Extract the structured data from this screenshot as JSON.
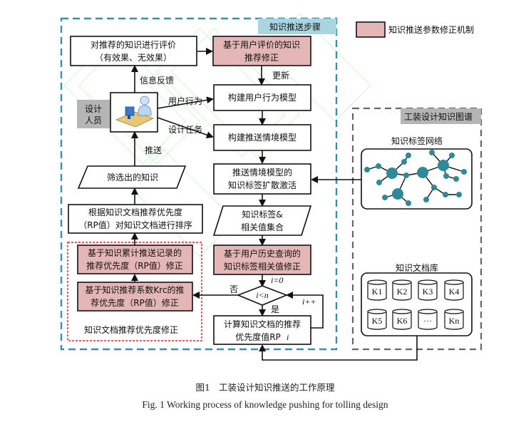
{
  "legend": {
    "label": "知识推送参数修正机制",
    "color": "#e4b7b6"
  },
  "push_steps_panel": {
    "title": "知识推送步骤",
    "title_bg": "#a9d5e0",
    "border_color": "#3a8ea8"
  },
  "kg_panel": {
    "title": "工装设计知识图谱",
    "title_bg": "#b5b5b5",
    "border_color": "#666666"
  },
  "rp_panel": {
    "title": "知识文档推荐优先度修正",
    "border_color": "#c00000"
  },
  "designer": {
    "label_line1": "设计",
    "label_line2": "人员",
    "icon": "designer-at-computer-icon"
  },
  "nodes": {
    "evaluate": {
      "line1": "对推荐的知识进行评价",
      "line2": "（有效果、无效果）"
    },
    "user_eval_fix": {
      "line1": "基于用户评价的知识",
      "line2": "推荐修正"
    },
    "user_model": {
      "line1": "构建用户行为模型"
    },
    "context_model": {
      "line1": "构建推送情境模型"
    },
    "spread": {
      "line1": "推送情境模型的",
      "line2": "知识标签扩散激活"
    },
    "tag_set": {
      "line1": "知识标签&",
      "line2": "相关值集合"
    },
    "history_fix": {
      "line1": "基于用户历史查询的",
      "line2": "知识标签相关值修正"
    },
    "decision": {
      "label": "i<n",
      "init": "i=0",
      "yes": "是",
      "no": "否",
      "loop": "i++"
    },
    "compute_rp": {
      "line1": "计算知识文档的推荐",
      "line2": "优先度值RP",
      "line2_sub": "i"
    },
    "krc_fix": {
      "line1": "基于知识推荐系数Krc的推",
      "line2": "荐优先度（RP值）修正"
    },
    "record_fix": {
      "line1": "基于知识累计推送记录的",
      "line2": "推荐优先度（RP值）修正"
    },
    "sort": {
      "line1": "根据知识文档推荐优先度",
      "line2": "（RP值）对知识文档进行排序"
    },
    "filtered": {
      "line1": "筛选出的知识"
    }
  },
  "edge_labels": {
    "feedback": "信息反馈",
    "update": "更新",
    "user_behavior": "用户行为",
    "design_task": "设计任务",
    "push": "推送"
  },
  "tag_network": {
    "title": "知识标签网络",
    "node_color": "#2e8a99"
  },
  "doc_library": {
    "title": "知识文档库",
    "docs": [
      "K1",
      "K2",
      "K3",
      "K4",
      "K5",
      "K6",
      "···",
      "Kn"
    ]
  },
  "caption": {
    "cn_label": "图1",
    "cn_text": "工装设计知识推送的工作原理",
    "en_text": "Fig. 1 Working process of knowledge pushing for tolling design"
  }
}
